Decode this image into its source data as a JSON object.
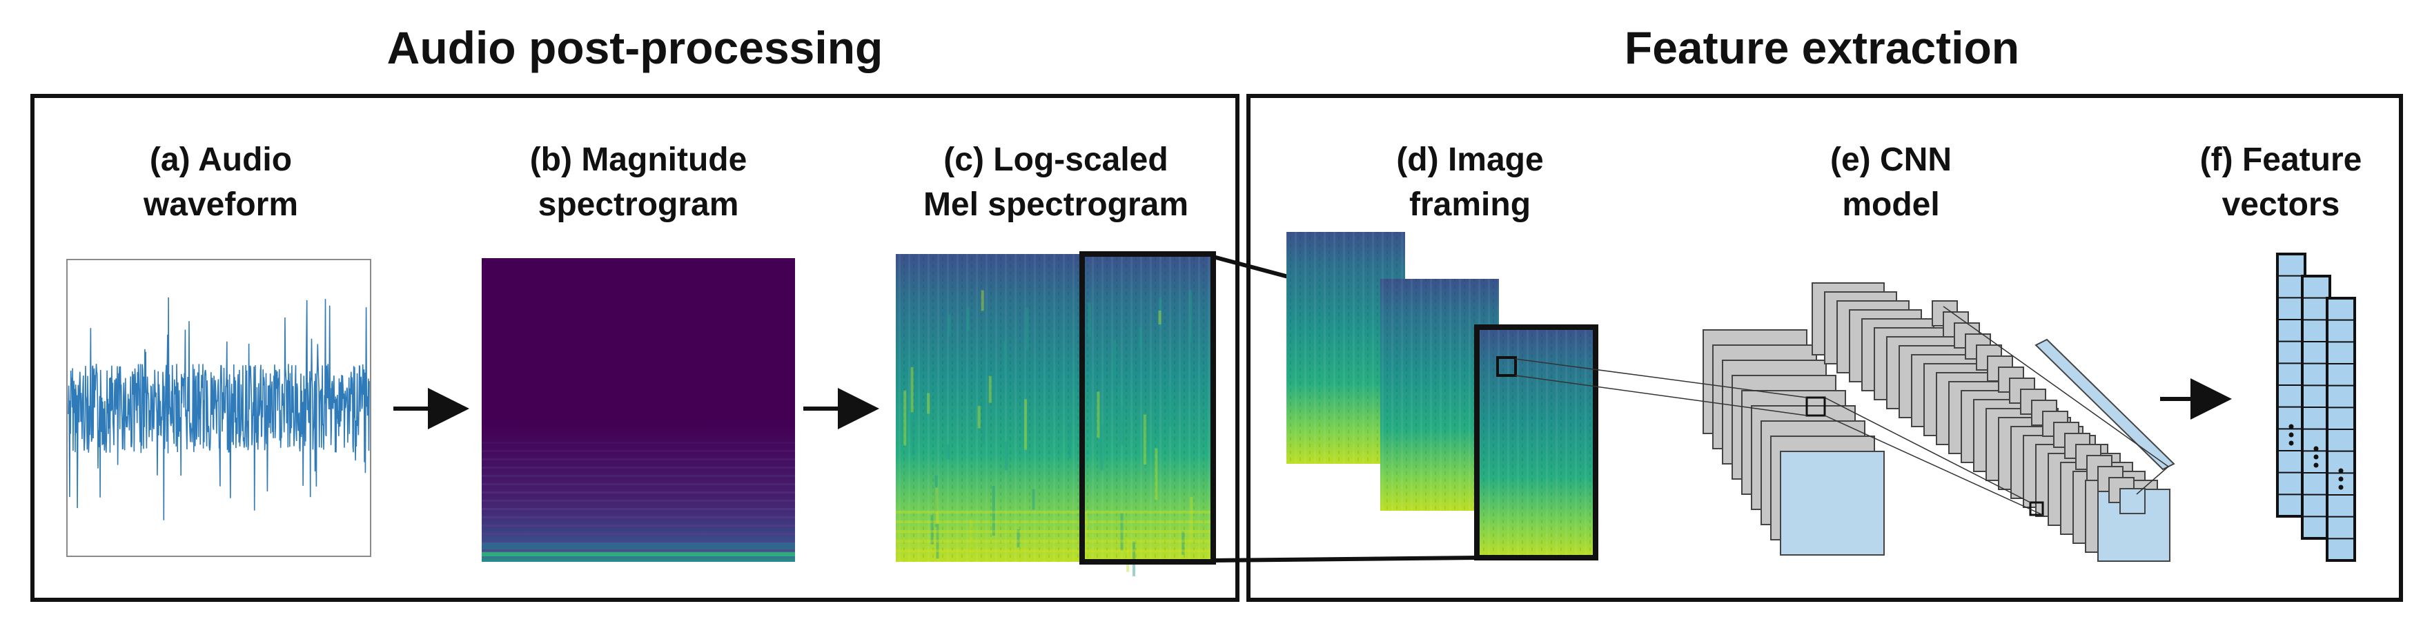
{
  "sections": {
    "left_title": "Audio post-processing",
    "right_title": "Feature extraction"
  },
  "stages": [
    {
      "line1": "(a) Audio",
      "line2": "waveform"
    },
    {
      "line1": "(b) Magnitude",
      "line2": "spectrogram"
    },
    {
      "line1": "(c) Log-scaled",
      "line2": "Mel spectrogram"
    },
    {
      "line1": "(d) Image",
      "line2": "framing"
    },
    {
      "line1": "(e) CNN",
      "line2": "model"
    },
    {
      "line1": "(f) Feature",
      "line2": "vectors"
    }
  ],
  "colors": {
    "waveform": "#2f7ab9",
    "magnitude_bg": "#440154",
    "cnn_fill": "#b9d7ec",
    "cnn_layer": "#c6c6c6",
    "feature_fill": "#a9d0ec",
    "outline": "#111111"
  }
}
